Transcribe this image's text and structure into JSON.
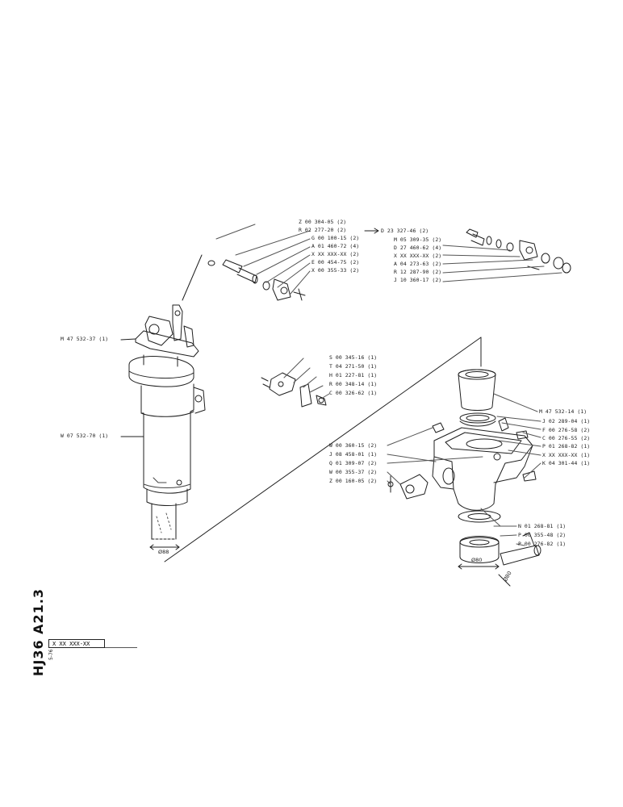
{
  "drawing": {
    "sheet_code": "HJ36 A21.3",
    "sheet_date": "5-76",
    "part_box": "X  XX  XXX-XX"
  },
  "callouts": {
    "upper_left": [
      "Z 00 304-05 (2)",
      "R 02 277-20 (2)",
      "G 00 100-15 (2)",
      "A 01 460-72 (4)",
      "X XX XXX-XX (2)",
      "E 00 454-75 (2)",
      "X 00 355-33 (2)"
    ],
    "upper_arrow_target": "D 23 327-46 (2)",
    "upper_right": [
      "M 05 309-35 (2)",
      "D 27 460-62 (4)",
      "X XX XXX-XX (2)",
      "A 04 273-63 (2)",
      "R 12 287-90 (2)",
      "J 10 360-17 (2)"
    ],
    "cylinder_top": "M 47 532-37 (1)",
    "cylinder_body": "W 07 532-70 (1)",
    "bracket": [
      "S 00 345-16 (1)",
      "T 04 271-50 (1)",
      "H 01 227-81 (1)",
      "R 00 348-14 (1)",
      "C 00 326-62 (1)"
    ],
    "housing_right": [
      "M 47 532-14 (1)",
      "J 02 289-04 (1)",
      "F 00 276-58 (2)",
      "C 00 276-55 (2)",
      "P 01 268-82 (1)",
      "X XX XXX-XX (1)",
      "K 04 301-44 (1)"
    ],
    "housing_left": [
      "W 00 360-15 (2)",
      "J 08 458-01 (1)",
      "Q 01 309-07 (2)",
      "W 00 355-37 (2)",
      "Z 00 160-05 (2)"
    ],
    "bottom_right": [
      "N 01 268-81 (1)",
      "P 00 355-48 (2)",
      "P 00 276-82 (1)"
    ]
  },
  "dimensions": {
    "rod_diameter": "Ø88",
    "collar_diameter": "Ø80",
    "pin_diameter": "Ø80"
  }
}
